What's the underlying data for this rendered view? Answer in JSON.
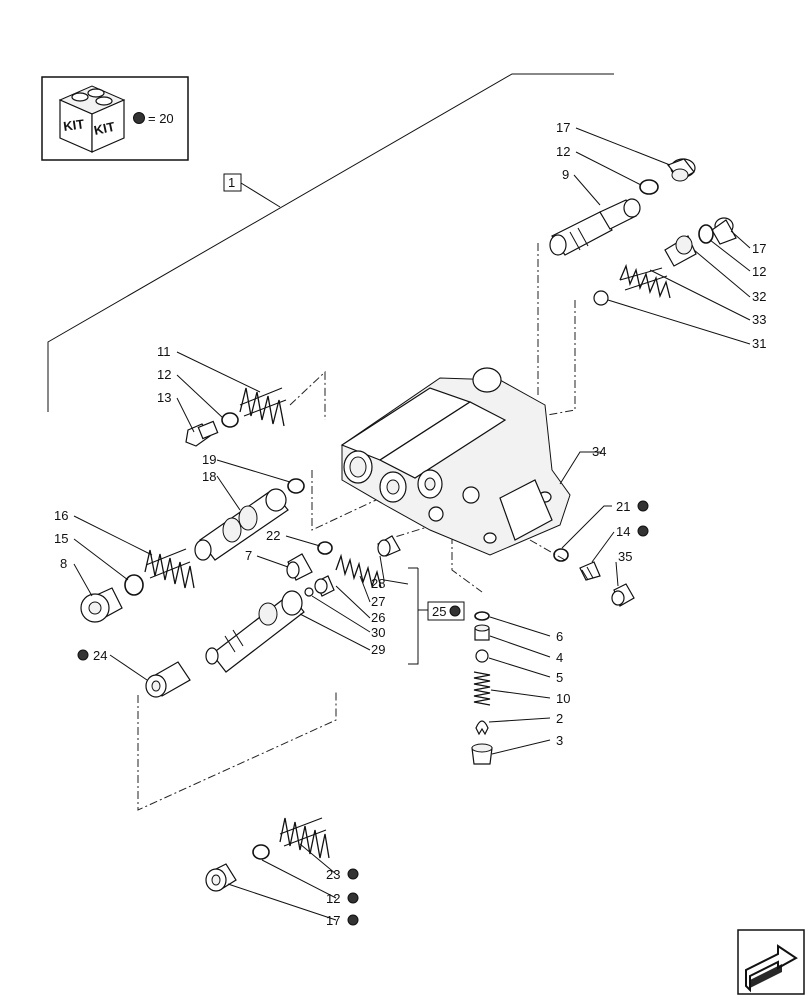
{
  "kit_box": {
    "kit_text_left": "KIT",
    "kit_text_right": "KIT",
    "equals_text": "= 20"
  },
  "assembly_ref": "1",
  "group_ref": "25",
  "labels": {
    "p17_top": "17",
    "p12_top": "12",
    "p9": "9",
    "p17_right": "17",
    "p12_right": "12",
    "p32": "32",
    "p33": "33",
    "p31": "31",
    "p11": "11",
    "p12_left": "12",
    "p13": "13",
    "p19": "19",
    "p18": "18",
    "p16": "16",
    "p15": "15",
    "p8": "8",
    "p22": "22",
    "p7": "7",
    "p28": "28",
    "p27": "27",
    "p26": "26",
    "p30": "30",
    "p29": "29",
    "p24": "24",
    "p34": "34",
    "p21": "21",
    "p14": "14",
    "p35": "35",
    "p6": "6",
    "p4": "4",
    "p5": "5",
    "p10": "10",
    "p2": "2",
    "p3": "3",
    "p23": "23",
    "p12_bottom": "12",
    "p17_bottom": "17"
  },
  "colors": {
    "line": "#111111",
    "kit_dot": "#333333"
  },
  "icons": {
    "kit": "kit-box-icon",
    "nav": "next-page-arrow-icon"
  }
}
